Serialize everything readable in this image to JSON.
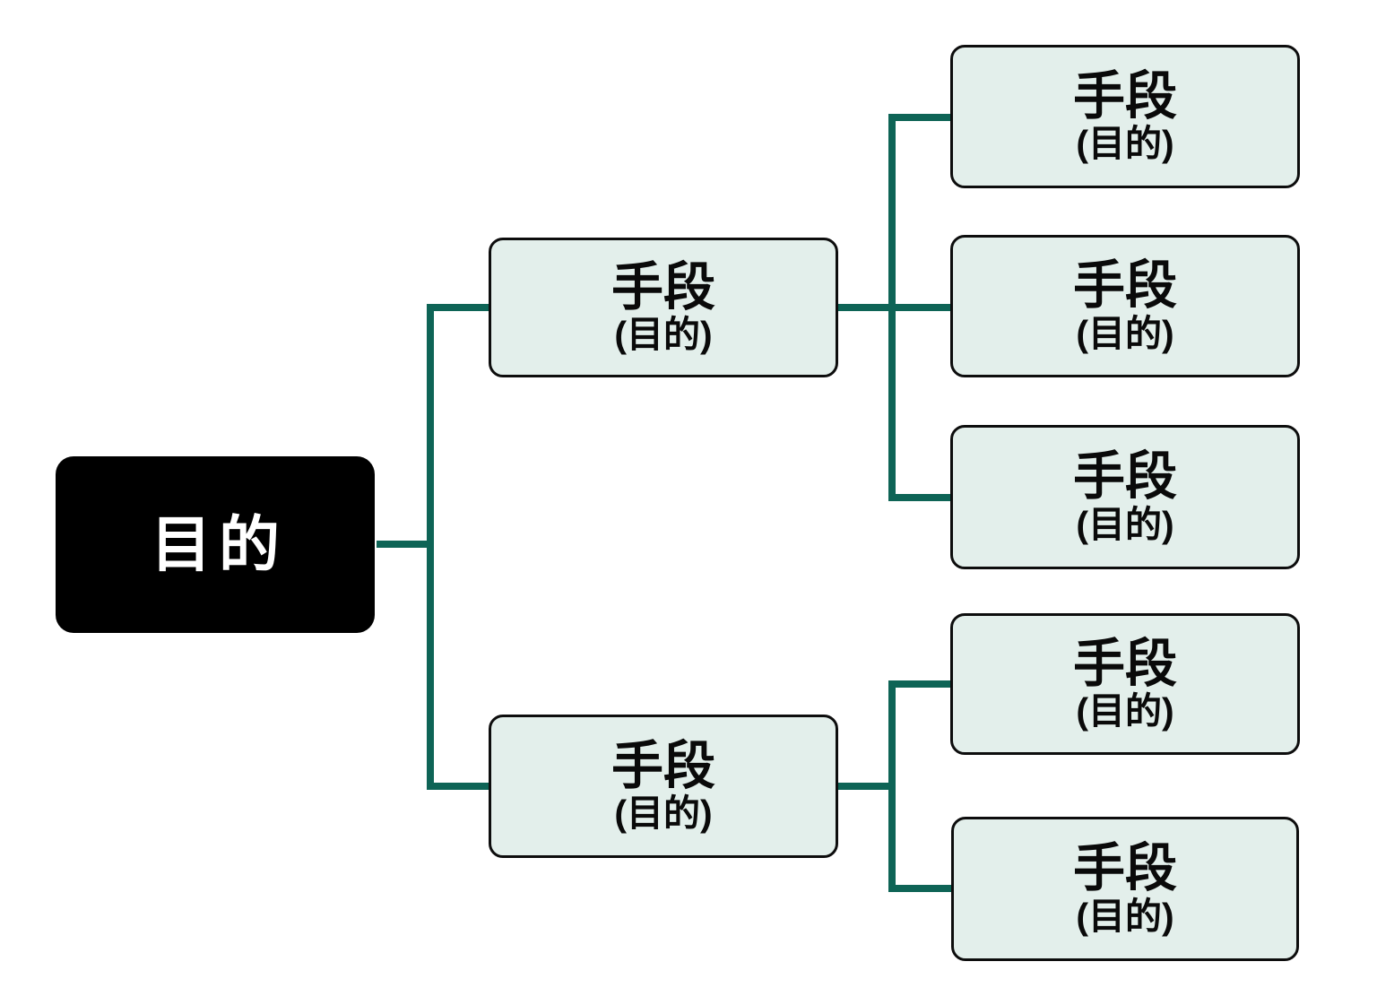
{
  "diagram": {
    "description_labels": {
      "root_label": "目的",
      "means_title": "手段",
      "means_subtitle": "(目的)"
    },
    "root": {
      "label": "目的"
    },
    "level2": [
      {
        "title": "手段",
        "subtitle": "(目的)"
      },
      {
        "title": "手段",
        "subtitle": "(目的)"
      }
    ],
    "level3": [
      {
        "title": "手段",
        "subtitle": "(目的)"
      },
      {
        "title": "手段",
        "subtitle": "(目的)"
      },
      {
        "title": "手段",
        "subtitle": "(目的)"
      },
      {
        "title": "手段",
        "subtitle": "(目的)"
      },
      {
        "title": "手段",
        "subtitle": "(目的)"
      }
    ]
  },
  "colors": {
    "background": "#ffffff",
    "connector": "#0e6456",
    "node_fill": "#e3efeb",
    "node_border": "#0d0d0d",
    "root_fill": "#000000",
    "root_text": "#ffffff"
  }
}
